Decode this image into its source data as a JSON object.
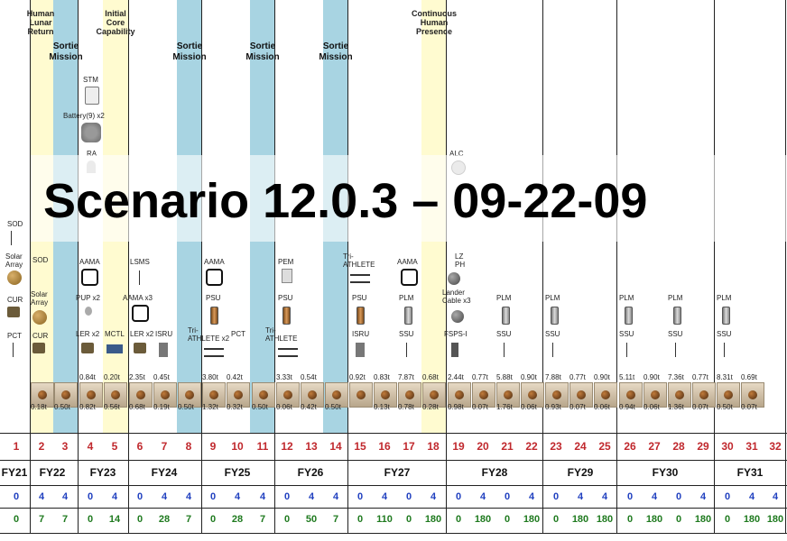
{
  "title": "Scenario 12.0.3 – 09-22-09",
  "milestones": [
    {
      "id": "hlr",
      "text": "Human\nLunar\nReturn"
    },
    {
      "id": "icc",
      "text": "Initial\nCore\nCapability"
    },
    {
      "id": "chp",
      "text": "Continuous\nHuman\nPresence"
    }
  ],
  "sortie_label": "Sortie\nMission",
  "elements": {
    "stm": "STM",
    "battery_x2": "Battery(9) x2",
    "ra": "RA",
    "lsms": "LSMS",
    "sod": "SOD",
    "solar_array": "Solar\nArray",
    "cur": "CUR",
    "pct": "PCT",
    "pup_x2": "PUP x2",
    "ler_x2": "LER x2",
    "mctl": "MCTL",
    "ler_x2_b": "LER x2",
    "isru": "ISRU",
    "aama": "AAMA",
    "aama_x3": "AAMA x3",
    "alc": "ALC",
    "psu": "PSU",
    "tri_athlete": "Tri-\nATHLETE",
    "tri_athlete_x2": "Tri-\nATHLETE x2",
    "pem": "PEM",
    "plm": "PLM",
    "ssu": "SSU",
    "lz_ph": "LZ\nPH",
    "lander_cable": "Lander\nCable x3",
    "fsps": "FSPS-I",
    "ssu_b": "SSU"
  },
  "cargo_masses": [
    {
      "top": "",
      "bottom": "0.18t"
    },
    {
      "top": "",
      "bottom": "0.50t"
    },
    {
      "top": "0.84t",
      "bottom": "0.82t"
    },
    {
      "top": "0.20t",
      "bottom": "0.56t"
    },
    {
      "top": "2.35t",
      "bottom": "0.68t"
    },
    {
      "top": "0.45t",
      "bottom": "0.19t"
    },
    {
      "top": "",
      "bottom": "0.50t"
    },
    {
      "top": "3.80t",
      "bottom": "1.32t"
    },
    {
      "top": "0.42t",
      "bottom": "0.32t"
    },
    {
      "top": "",
      "bottom": "0.50t"
    },
    {
      "top": "3.33t",
      "bottom": "0.06t"
    },
    {
      "top": "0.54t",
      "bottom": "0.42t"
    },
    {
      "top": "",
      "bottom": "0.50t"
    },
    {
      "top": "0.92t",
      "bottom": ""
    },
    {
      "top": "0.83t",
      "bottom": "0.13t"
    },
    {
      "top": "7.87t",
      "bottom": "0.78t"
    },
    {
      "top": "0.68t",
      "bottom": "0.28t"
    },
    {
      "top": "2.44t",
      "bottom": "0.98t"
    },
    {
      "top": "0.77t",
      "bottom": "0.07t"
    },
    {
      "top": "5.88t",
      "bottom": "1.76t"
    },
    {
      "top": "0.90t",
      "bottom": "0.06t"
    },
    {
      "top": "7.88t",
      "bottom": "0.93t"
    },
    {
      "top": "0.77t",
      "bottom": "0.07t"
    },
    {
      "top": "0.90t",
      "bottom": "0.06t"
    },
    {
      "top": "5.11t",
      "bottom": "0.94t"
    },
    {
      "top": "0.90t",
      "bottom": "0.06t"
    },
    {
      "top": "7.36t",
      "bottom": "1.36t"
    },
    {
      "top": "0.77t",
      "bottom": "0.07t"
    },
    {
      "top": "8.31t",
      "bottom": "0.50t"
    },
    {
      "top": "0.69t",
      "bottom": "0.07t"
    }
  ],
  "missions": [
    "1",
    "2",
    "3",
    "4",
    "5",
    "6",
    "7",
    "8",
    "9",
    "10",
    "11",
    "12",
    "13",
    "14",
    "15",
    "16",
    "17",
    "18",
    "19",
    "20",
    "21",
    "22",
    "23",
    "24",
    "25",
    "26",
    "27",
    "28",
    "29",
    "30",
    "31",
    "32"
  ],
  "fiscal_years": [
    "FY21",
    "FY22",
    "FY23",
    "FY24",
    "FY25",
    "FY26",
    "FY27",
    "FY28",
    "FY29",
    "FY30",
    "FY31"
  ],
  "crew": [
    "0",
    "4",
    "4",
    "0",
    "4",
    "0",
    "4",
    "4",
    "0",
    "4",
    "4",
    "0",
    "4",
    "4",
    "0",
    "4",
    "0",
    "4",
    "0",
    "4",
    "0",
    "4",
    "0",
    "4",
    "4",
    "0",
    "4",
    "0",
    "4",
    "0",
    "4",
    "4"
  ],
  "surface_days": [
    "0",
    "7",
    "7",
    "0",
    "14",
    "0",
    "28",
    "7",
    "0",
    "28",
    "7",
    "0",
    "50",
    "7",
    "0",
    "110",
    "0",
    "180",
    "0",
    "180",
    "0",
    "180",
    "0",
    "180",
    "180",
    "0",
    "180",
    "0",
    "180",
    "0",
    "180",
    "180"
  ],
  "colors": {
    "highlight_yellow": "#fffbd0",
    "sortie_blue": "#a8d4e2",
    "mission_number": "#c0282d",
    "crew_number": "#1f3fbf",
    "days_number": "#1f7a1f"
  }
}
